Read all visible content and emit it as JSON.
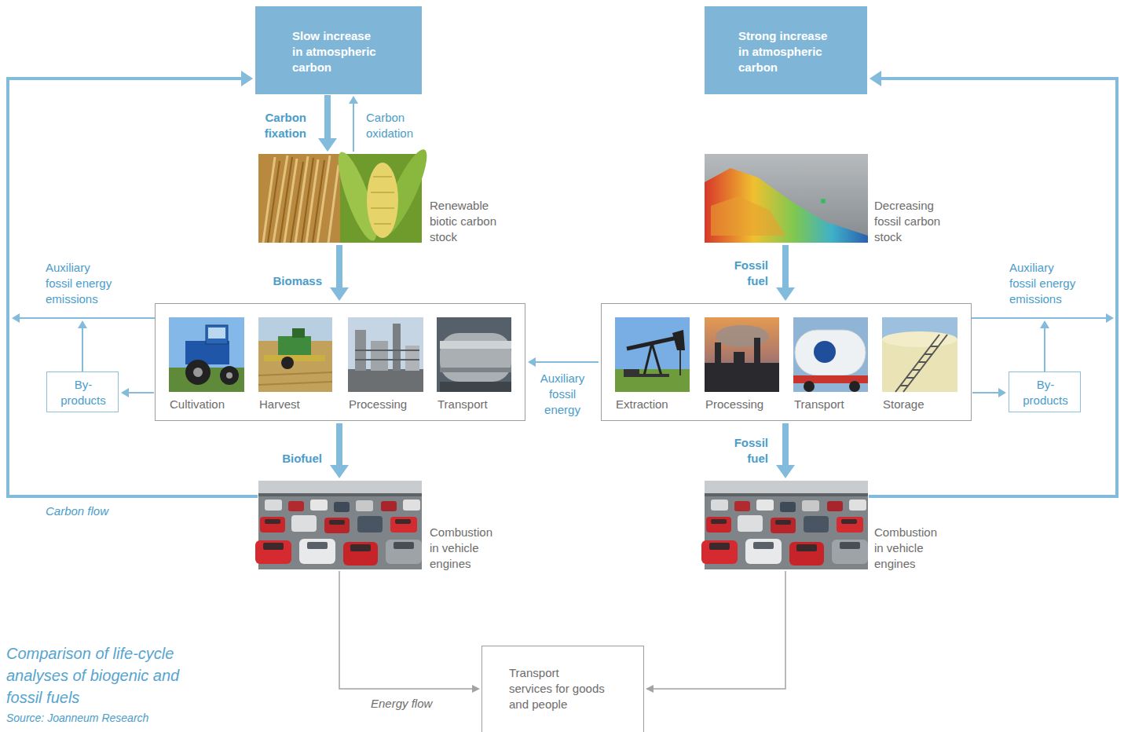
{
  "diagram": {
    "caption": "Comparison of life-cycle analyses of biogenic and fossil fuels",
    "nodes": [
      {
        "text": [
          "Slow increase in atmospheric carbon"
        ]
      },
      {
        "text": [
          "Strong increase in atmospheric carbon"
        ]
      },
      {
        "text": [
          "Renewable biotic carbon stock"
        ]
      },
      {
        "text": [
          "Decreasing fossil carbon stock"
        ]
      },
      {
        "text": [
          "Cultivation",
          "Harvest",
          "Processing",
          "Transport"
        ]
      },
      {
        "text": [
          "Extraction",
          "Processing",
          "Transport",
          "Storage"
        ]
      },
      {
        "text": [
          "By-products"
        ]
      },
      {
        "text": [
          "By-products"
        ]
      },
      {
        "text": [
          "Combustion in vehicle engines"
        ]
      },
      {
        "text": [
          "Combustion in vehicle engines"
        ]
      },
      {
        "text": [
          "Transport services for goods and people"
        ]
      }
    ],
    "edges": [
      {
        "from": 0,
        "to": 2,
        "label": "Carbon fixation",
        "arrow": "to"
      },
      {
        "from": 2,
        "to": 0,
        "label": "Carbon oxidation",
        "arrow": "to"
      },
      {
        "from": 2,
        "to": 4,
        "label": "Biomass",
        "arrow": "to"
      },
      {
        "from": 4,
        "to": 8,
        "label": "Biofuel",
        "arrow": "to"
      },
      {
        "from": 8,
        "to": 0,
        "label": "Carbon flow",
        "arrow": "to"
      },
      {
        "from": 4,
        "to": 6,
        "arrow": "to"
      },
      {
        "from": 5,
        "to": 4,
        "label": "Auxiliary fossil energy",
        "arrow": "to"
      },
      {
        "from": 3,
        "to": 5,
        "label": "Fossil fuel",
        "arrow": "to"
      },
      {
        "from": 5,
        "to": 9,
        "label": "Fossil fuel",
        "arrow": "to"
      },
      {
        "from": 9,
        "to": 1,
        "arrow": "to"
      },
      {
        "from": 5,
        "to": 7,
        "arrow": "to"
      },
      {
        "from": 8,
        "to": 10,
        "label": "Energy flow",
        "arrow": "to"
      },
      {
        "from": 9,
        "to": 10,
        "arrow": "to"
      }
    ],
    "labels": [
      "Auxiliary fossil energy emissions",
      "Auxiliary fossil energy emissions",
      "Source: Joanneum Research"
    ]
  }
}
